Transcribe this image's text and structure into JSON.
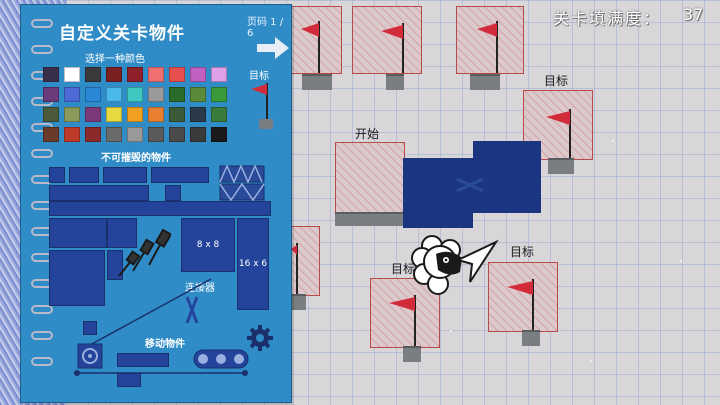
{
  "panel": {
    "title": "自定义关卡物件",
    "page": "页码 1 / 6",
    "color_label": "选择一种颜色",
    "goal_label": "目标",
    "indestructible_label": "不可摧毁的物件",
    "connector_label": "连接器",
    "moving_label": "移动物件",
    "block_8x8": "8 x 8",
    "block_16x6": "16 x 6"
  },
  "palette": [
    [
      "#3a2f4a",
      "#ffffff",
      "#3a3a3a",
      "#7a2020",
      "#8f1f2a",
      "#f07070",
      "#e85050",
      "#c060c0",
      "#e0a0e8"
    ],
    [
      "#6a3a7a",
      "#4a6ad8",
      "#2a88d8",
      "#4ab8e8",
      "#40c8c0",
      "#9a9a9a",
      "#2a6a2a",
      "#5a8a3a",
      "#3a9a3a"
    ],
    [
      "#4a5a3a",
      "#8a9a5a",
      "#7a3a7a",
      "#e8d840",
      "#f0a020",
      "#e88030",
      "#3a5a3a",
      "#2a3a4a",
      "#3a7a3a"
    ],
    [
      "#6a3a2a",
      "#c03a2a",
      "#8a2a2a",
      "#6a6a6a",
      "#9a9a9a",
      "#5a5a5a",
      "#4a4a4a",
      "#3a3a3a",
      "#1a1a1a"
    ]
  ],
  "world": {
    "start_label": "开始",
    "goal_label": "目标",
    "hud_label": "关卡填满度：",
    "hud_value": "37"
  },
  "colors": {
    "panel": "#2f8cc7",
    "block": "#24439a",
    "dark_block": "#1c3580",
    "flag": "#d22c3a"
  }
}
